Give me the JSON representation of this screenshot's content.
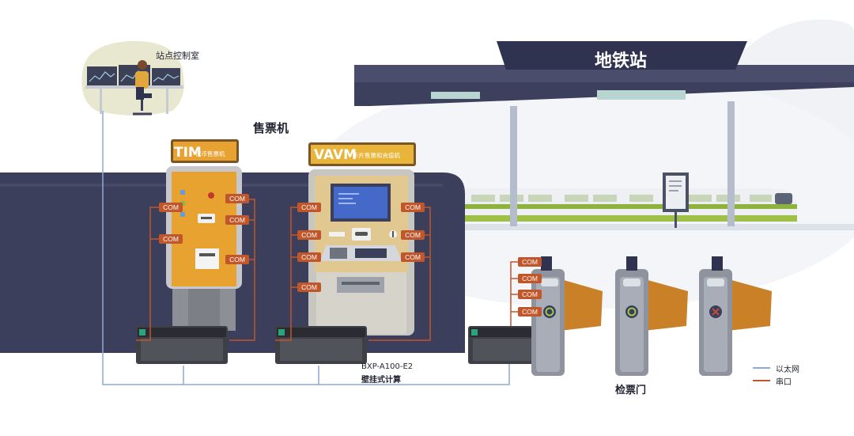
{
  "station": {
    "title": "地铁站"
  },
  "control_room": {
    "label": "站点控制室"
  },
  "ticketing": {
    "title": "售票机"
  },
  "tim": {
    "code": "TIM",
    "desc": "代币售票机"
  },
  "vavm": {
    "code": "VAVM",
    "desc": "卡片售票和充值机"
  },
  "com_label": "COM",
  "computer": {
    "model": "BXP-A100-E2",
    "desc": "壁挂式计算"
  },
  "gates": {
    "label": "检票门"
  },
  "legend": {
    "items": [
      {
        "label": "以太网",
        "color": "#8fa9d6"
      },
      {
        "label": "串口",
        "color": "#c0562a"
      }
    ]
  },
  "colors": {
    "ethernet": "#8fa9d6",
    "serial": "#c0562a",
    "dark_navy": "#3b3f5c",
    "roof": "#484b69",
    "tim_body": "#e7a22f",
    "vavm_body": "#efe1bf",
    "gate_grey": "#8f939e",
    "gate_wing": "#c98026"
  }
}
